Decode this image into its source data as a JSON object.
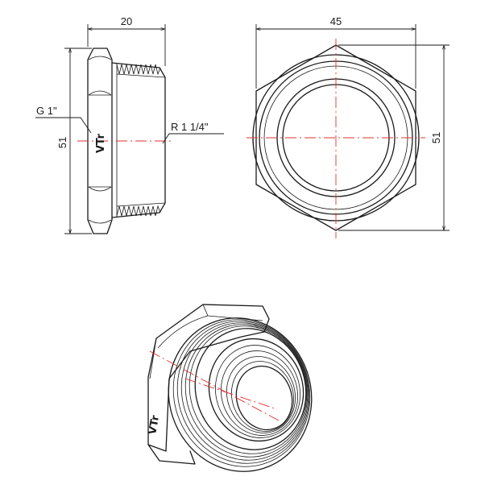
{
  "side_view": {
    "length_label": "20",
    "height_label": "51",
    "inner_thread_label": "G 1\"",
    "outer_thread_label": "R 1 1/4\"",
    "logo_text": "VTr"
  },
  "front_view": {
    "width_label": "45",
    "height_label": "51"
  },
  "iso_view": {
    "logo_text": "VTr"
  },
  "colors": {
    "line": "#1a1a1a",
    "axis": "#e03030",
    "background": "#ffffff"
  }
}
